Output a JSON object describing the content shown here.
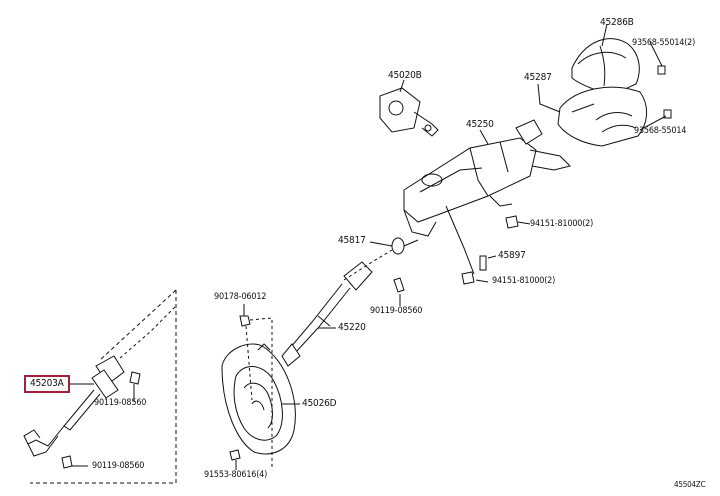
{
  "parts": [
    {
      "id": "p45286B",
      "label": "45286B"
    },
    {
      "id": "p93568_55014_2",
      "label": "93568-55014(2)"
    },
    {
      "id": "p45287",
      "label": "45287"
    },
    {
      "id": "p93568_55014",
      "label": "93568-55014"
    },
    {
      "id": "p45020B",
      "label": "45020B"
    },
    {
      "id": "p45250",
      "label": "45250"
    },
    {
      "id": "p94151_81000_2_a",
      "label": "94151-81000(2)"
    },
    {
      "id": "p45817",
      "label": "45817"
    },
    {
      "id": "p45897",
      "label": "45897"
    },
    {
      "id": "p94151_81000_2_b",
      "label": "94151-81000(2)"
    },
    {
      "id": "p90178_06012",
      "label": "90178-06012"
    },
    {
      "id": "p90119_08560_a",
      "label": "90119-08560"
    },
    {
      "id": "p45220",
      "label": "45220"
    },
    {
      "id": "p45203A",
      "label": "45203A",
      "highlighted": true
    },
    {
      "id": "p90119_08560_b",
      "label": "90119-08560"
    },
    {
      "id": "p45026D",
      "label": "45026D"
    },
    {
      "id": "p90119_08560_c",
      "label": "90119-08560"
    },
    {
      "id": "p91553_80616_4",
      "label": "91553-80616(4)"
    }
  ],
  "figure_code": "45504ZC",
  "colors": {
    "line": "#111111",
    "highlight_border": "#a3203a"
  }
}
